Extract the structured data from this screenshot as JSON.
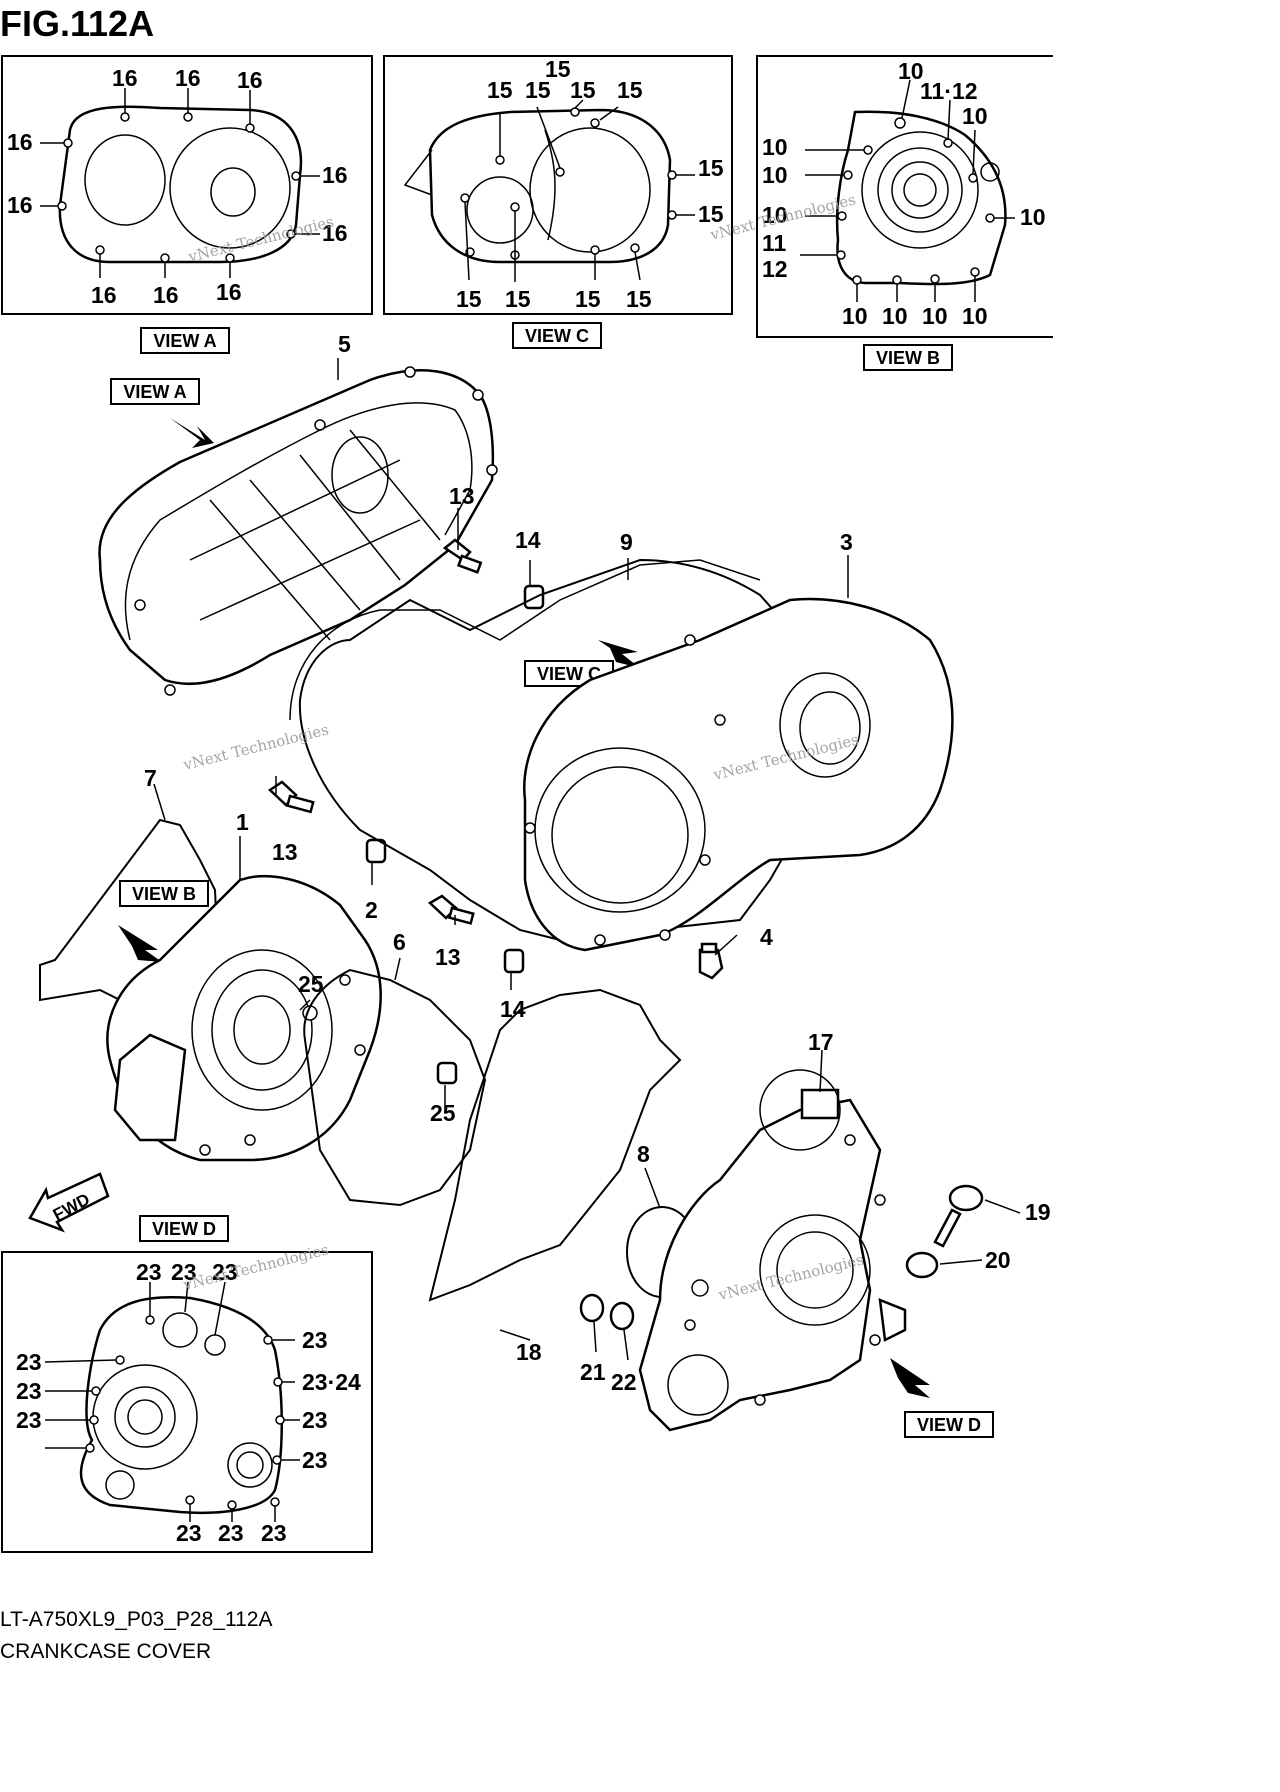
{
  "figure": {
    "title": "FIG.112A",
    "model_code": "LT-A750XL9_P03_P28_112A",
    "caption": "CRANKCASE COVER",
    "fwd_label": "FWD"
  },
  "views": {
    "view_a": "VIEW A",
    "view_b": "VIEW B",
    "view_c": "VIEW C",
    "view_d": "VIEW D"
  },
  "watermark": {
    "line1": "vNext Technologies",
    "line2": "Technologies"
  },
  "parts": {
    "p1": "1",
    "p2": "2",
    "p3": "3",
    "p4": "4",
    "p5": "5",
    "p6": "6",
    "p7": "7",
    "p8": "8",
    "p9": "9",
    "p13": "13",
    "p14": "14",
    "p17": "17",
    "p18": "18",
    "p19": "19",
    "p20": "20",
    "p21": "21",
    "p22": "22",
    "p25": "25",
    "p10": "10",
    "p11": "11",
    "p12": "12",
    "p11_12": "11·12",
    "p15": "15",
    "p16": "16",
    "p23": "23",
    "p23_24": "23·24"
  }
}
